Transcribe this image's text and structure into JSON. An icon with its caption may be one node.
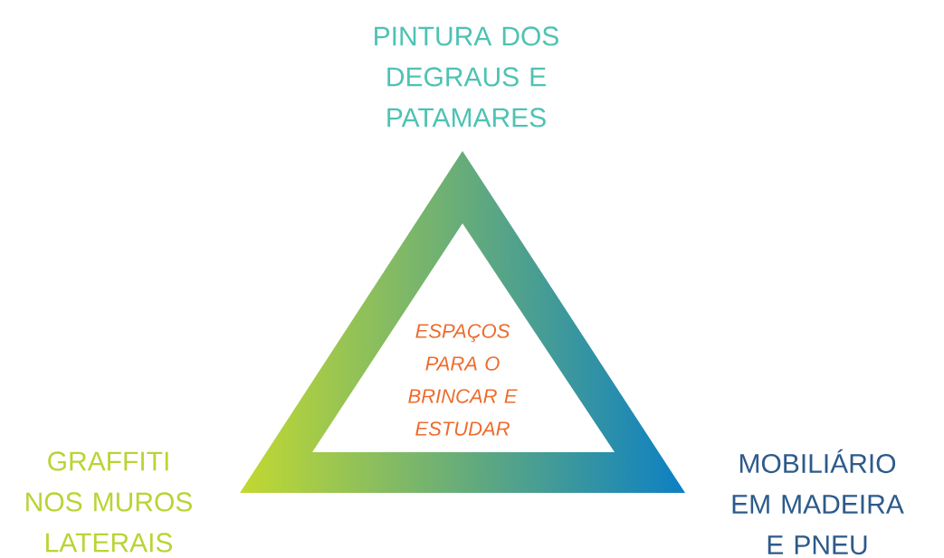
{
  "diagram": {
    "nodes": [
      {
        "text": [
          "ESPAÇOS PARA O BRINCAR E ESTUDAR"
        ]
      }
    ],
    "labels": [
      "PINTURA DOS DEGRAUS E PATAMARES",
      "GRAFFITI NOS MUROS LATERAIS",
      "MOBILIÁRIO EM MADEIRA E PNEU"
    ]
  }
}
